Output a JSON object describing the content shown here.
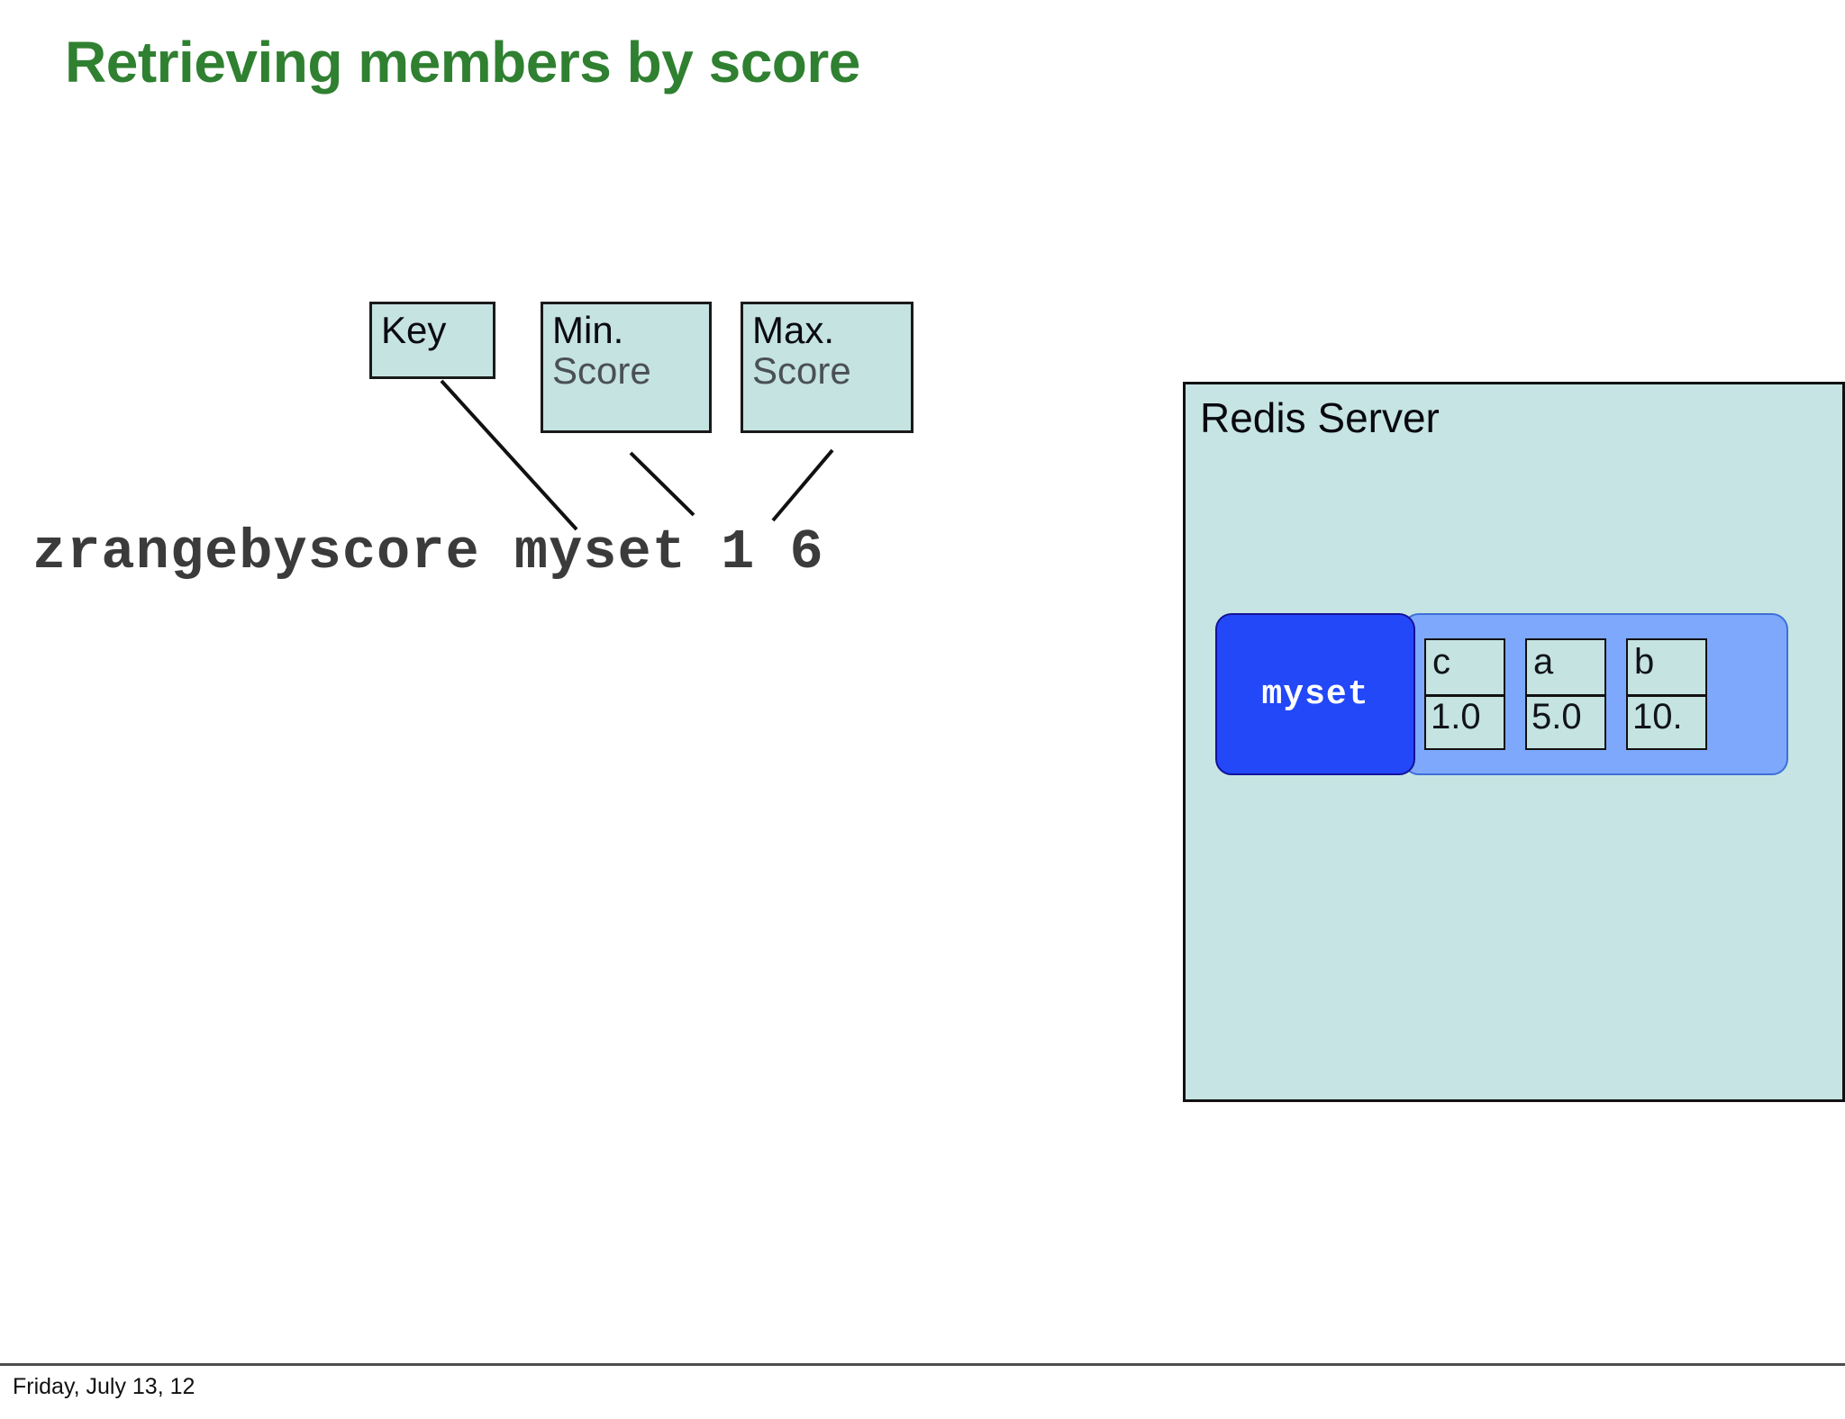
{
  "slide": {
    "title": "Retrieving members by score",
    "title_color": "#2f8030",
    "background": "#ffffff"
  },
  "callouts": [
    {
      "name": "key",
      "line1": "Key",
      "line2": ""
    },
    {
      "name": "min",
      "line1": "Min.",
      "line2": "Score"
    },
    {
      "name": "max",
      "line1": "Max.",
      "line2": "Score"
    }
  ],
  "command": {
    "text": "zrangebyscore myset 1 6",
    "color": "#3b3b3b"
  },
  "redis": {
    "panel_title": "Redis Server",
    "panel_color": "#c6e4e3",
    "key_label": "myset",
    "key_color": "#2348f8",
    "members_container_color": "#7ea8fc",
    "members": [
      {
        "name": "c",
        "score": "1.0"
      },
      {
        "name": "a",
        "score": "5.0"
      },
      {
        "name": "b",
        "score": "10."
      }
    ]
  },
  "footer": {
    "date": "Friday, July 13, 12"
  }
}
